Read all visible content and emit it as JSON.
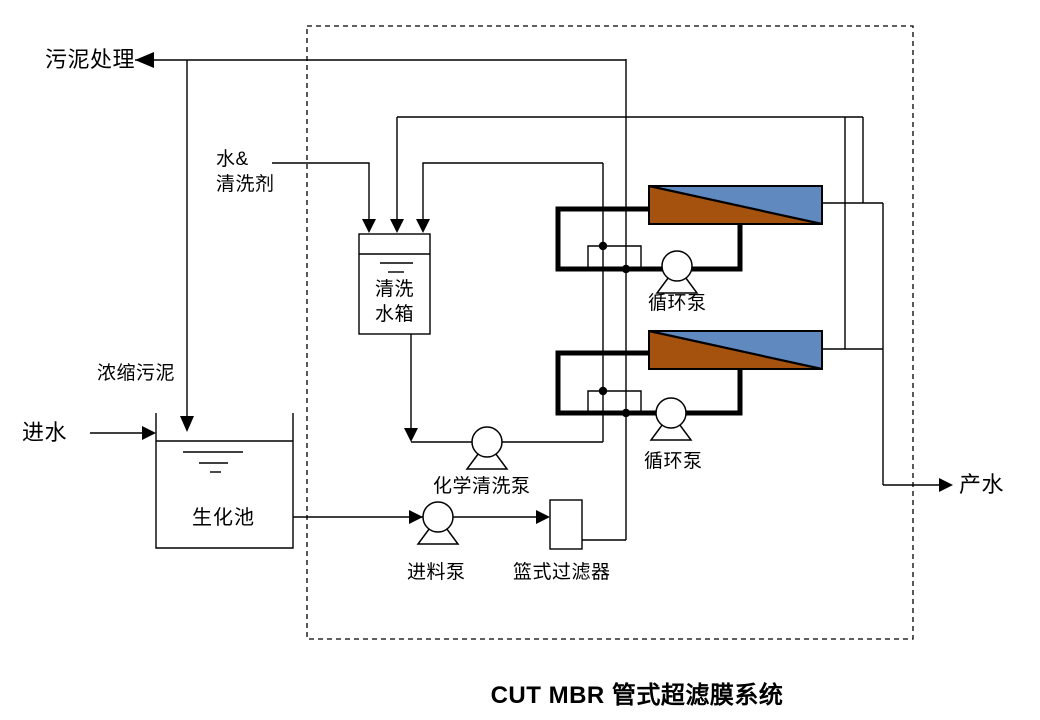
{
  "diagram": {
    "title": "CUT MBR 管式超滤膜系统",
    "colors": {
      "line": "#000000",
      "membrane_blue": "#6089C0",
      "membrane_brown": "#A5520F",
      "background": "#FFFFFF"
    },
    "labels": {
      "sludge_treatment": "污泥处理",
      "water_and_cleaner_line1": "水&",
      "water_and_cleaner_line2": "清洗剂",
      "concentrated_sludge": "浓缩污泥",
      "influent": "进水",
      "bio_tank": "生化池",
      "cleaning_tank_line1": "清洗",
      "cleaning_tank_line2": "水箱",
      "chemical_cleaning_pump": "化学清洗泵",
      "feed_pump": "进料泵",
      "basket_filter": "篮式过滤器",
      "circulation_pump_top": "循环泵",
      "circulation_pump_bottom": "循环泵",
      "product_water": "产水"
    }
  }
}
